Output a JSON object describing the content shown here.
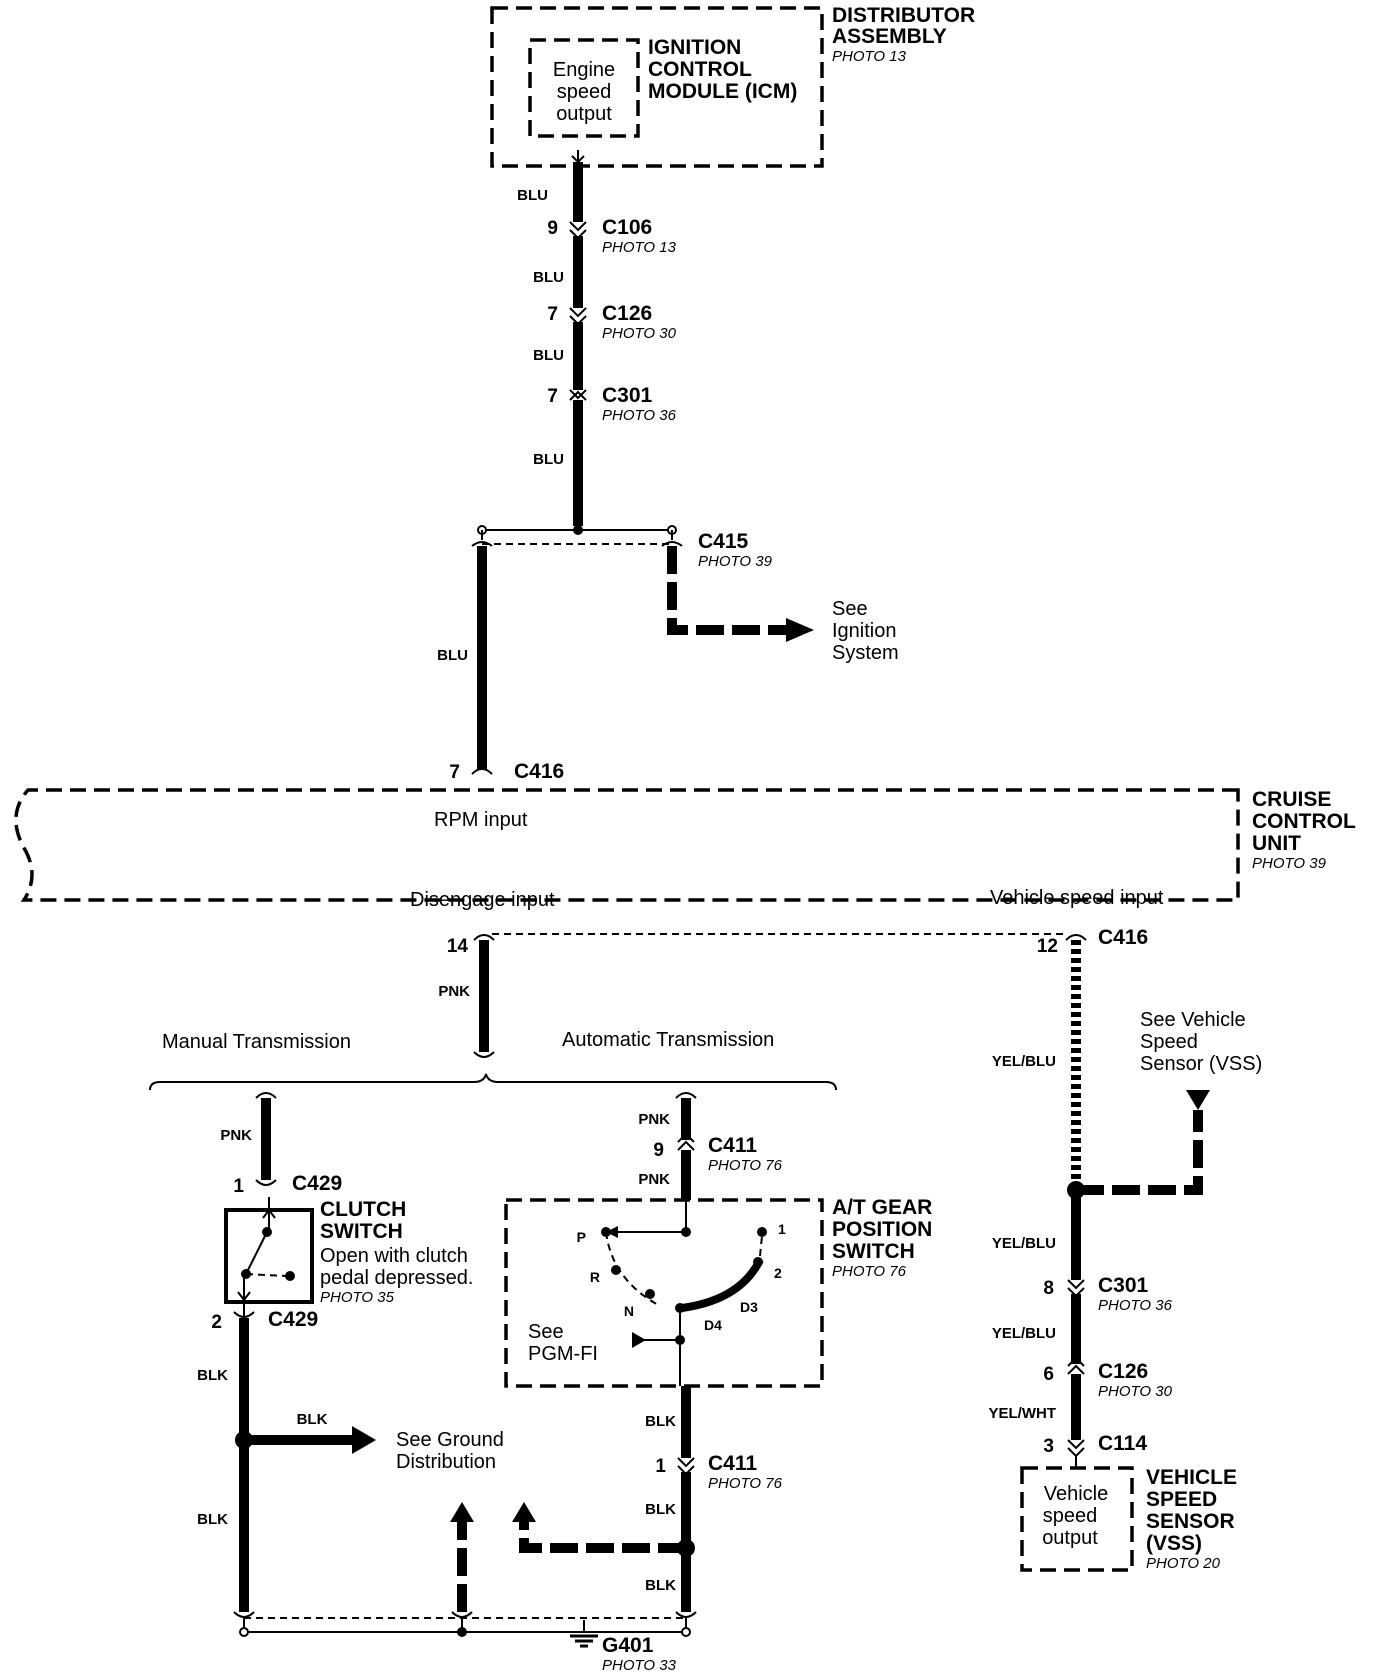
{
  "components": {
    "distributor": {
      "title1": "DISTRIBUTOR",
      "title2": "ASSEMBLY",
      "photo": "PHOTO 13"
    },
    "icm": {
      "title1": "IGNITION",
      "title2": "CONTROL",
      "title3": "MODULE (ICM)",
      "inner1": "Engine",
      "inner2": "speed",
      "inner3": "output"
    },
    "cruise": {
      "title1": "CRUISE",
      "title2": "CONTROL",
      "title3": "UNIT",
      "photo": "PHOTO 39",
      "rpm_input": "RPM input",
      "disengage_input": "Disengage input",
      "vss_input": "Vehicle speed input"
    },
    "clutch": {
      "title1": "CLUTCH",
      "title2": "SWITCH",
      "desc1": "Open with clutch",
      "desc2": "pedal depressed.",
      "photo": "PHOTO 35"
    },
    "atgear": {
      "title1": "A/T GEAR",
      "title2": "POSITION",
      "title3": "SWITCH",
      "photo": "PHOTO 76",
      "positions": {
        "P": "P",
        "R": "R",
        "N": "N",
        "D4": "D4",
        "D3": "D3",
        "two": "2",
        "one": "1"
      },
      "pgm1": "See",
      "pgm2": "PGM-FI"
    },
    "vss": {
      "title1": "VEHICLE",
      "title2": "SPEED",
      "title3": "SENSOR",
      "title4": "(VSS)",
      "photo": "PHOTO 20",
      "inner1": "Vehicle",
      "inner2": "speed",
      "inner3": "output"
    }
  },
  "connectors": {
    "c106": {
      "name": "C106",
      "photo": "PHOTO 13",
      "pin": "9"
    },
    "c126a": {
      "name": "C126",
      "photo": "PHOTO 30",
      "pin": "7"
    },
    "c301a": {
      "name": "C301",
      "photo": "PHOTO 36",
      "pin": "7"
    },
    "c415": {
      "name": "C415",
      "photo": "PHOTO 39"
    },
    "c416a": {
      "name": "C416",
      "pin": "7"
    },
    "c416b": {
      "pin": "14"
    },
    "c416c": {
      "name": "C416",
      "pin": "12"
    },
    "c429a": {
      "name": "C429",
      "pin": "1"
    },
    "c429b": {
      "name": "C429",
      "pin": "2"
    },
    "c411a": {
      "name": "C411",
      "photo": "PHOTO 76",
      "pin": "9"
    },
    "c411b": {
      "name": "C411",
      "photo": "PHOTO 76",
      "pin": "1"
    },
    "c301b": {
      "name": "C301",
      "photo": "PHOTO 36",
      "pin": "8"
    },
    "c126b": {
      "name": "C126",
      "photo": "PHOTO 30",
      "pin": "6"
    },
    "c114": {
      "name": "C114",
      "pin": "3"
    },
    "g401": {
      "name": "G401",
      "photo": "PHOTO 33"
    }
  },
  "wires": {
    "blu1": "BLU",
    "blu2": "BLU",
    "blu3": "BLU",
    "blu4": "BLU",
    "blu5": "BLU",
    "pnk1": "PNK",
    "pnk2": "PNK",
    "pnk3": "PNK",
    "pnk4": "PNK",
    "blk1": "BLK",
    "blk2": "BLK",
    "blk3": "BLK",
    "blk4": "BLK",
    "blk5": "BLK",
    "blk6": "BLK",
    "yb1": "YEL/BLU",
    "yb2": "YEL/BLU",
    "yb3": "YEL/BLU",
    "yw": "YEL/WHT"
  },
  "refs": {
    "ign1": "See",
    "ign2": "Ignition",
    "ign3": "System",
    "vss1": "See Vehicle",
    "vss2": "Speed",
    "vss3": "Sensor (VSS)",
    "gnd1": "See Ground",
    "gnd2": "Distribution"
  },
  "branches": {
    "manual": "Manual Transmission",
    "automatic": "Automatic Transmission"
  }
}
